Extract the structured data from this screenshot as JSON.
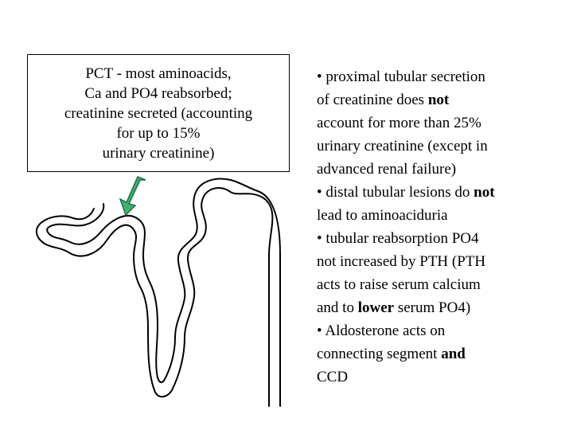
{
  "callout": {
    "lines": [
      "PCT - most aminoacids,",
      "Ca and PO4 reabsorbed;",
      "creatinine secreted (accounting",
      "for up to 15%",
      "urinary creatinine)"
    ]
  },
  "colors": {
    "arrow": "#3cb371",
    "arrow_outline": "#1f6f44",
    "tubule": "#000000",
    "background": "#ffffff"
  },
  "notes": {
    "lines": [
      [
        {
          "t": "• proximal tubular secretion"
        }
      ],
      [
        {
          "t": "of creatinine does "
        },
        {
          "t": "not",
          "b": true
        }
      ],
      [
        {
          "t": "account for more than 25%"
        }
      ],
      [
        {
          "t": "urinary creatinine (except in"
        }
      ],
      [
        {
          "t": "advanced renal failure)"
        }
      ],
      [
        {
          "t": "• distal tubular lesions do "
        },
        {
          "t": "not",
          "b": true
        }
      ],
      [
        {
          "t": "lead to aminoaciduria"
        }
      ],
      [
        {
          "t": "• tubular reabsorption PO4"
        }
      ],
      [
        {
          "t": "not increased by PTH (PTH"
        }
      ],
      [
        {
          "t": "acts to raise serum calcium"
        }
      ],
      [
        {
          "t": "and to "
        },
        {
          "t": "lower",
          "b": true
        },
        {
          "t": " serum PO4)"
        }
      ],
      [
        {
          "t": "• Aldosterone acts on"
        }
      ],
      [
        {
          "t": "connecting segment "
        },
        {
          "t": "and",
          "b": true
        }
      ],
      [
        {
          "t": "CCD"
        }
      ]
    ]
  }
}
